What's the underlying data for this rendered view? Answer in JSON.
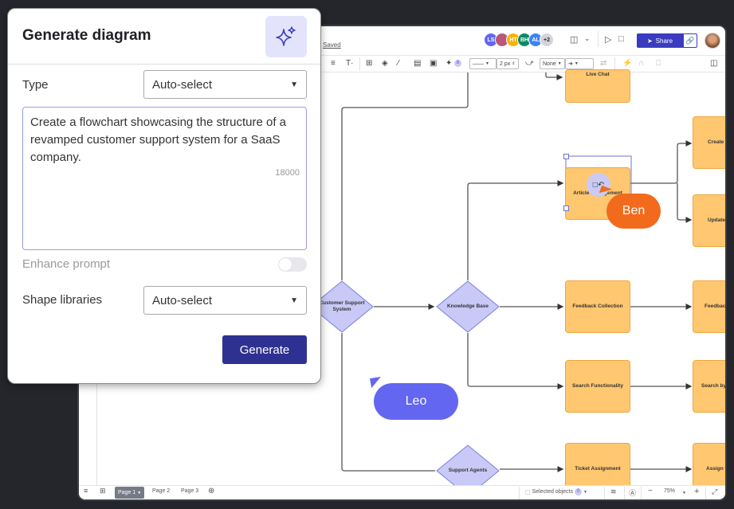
{
  "dialog": {
    "title": "Generate diagram",
    "type_label": "Type",
    "type_value": "Auto-select",
    "prompt_text": "Create a flowchart showcasing the structure of a revamped customer support system for a SaaS company.",
    "char_counter": "18000",
    "enhance_label": "Enhance prompt",
    "enhance_enabled": false,
    "shape_libraries_label": "Shape libraries",
    "shape_libraries_value": "Auto-select",
    "generate_label": "Generate"
  },
  "topbar": {
    "saved_label": "Saved",
    "collaborators": [
      {
        "initials": "LS",
        "color": "#6366f1"
      },
      {
        "initials": "",
        "color": "#b9577a"
      },
      {
        "initials": "HT",
        "color": "#f5b400"
      },
      {
        "initials": "BH",
        "color": "#0e8a63"
      },
      {
        "initials": "AL",
        "color": "#3b82f6"
      },
      {
        "initials": "+2",
        "color": "#d4d5da"
      }
    ],
    "share_label": "Share"
  },
  "toolbar": {
    "badge_count": "8",
    "line_width": "2 px",
    "line_start": "None"
  },
  "canvas": {
    "nodes": {
      "live_chat": "Live Chat",
      "article_management": "Article Management",
      "create": "Create",
      "update": "Update",
      "customer_support_system": "Customer Support System",
      "knowledge_base": "Knowledge Base",
      "feedback_collection": "Feedback Collection",
      "feedback": "Feedback",
      "search_functionality": "Search Functionality",
      "search_by": "Search by",
      "support_agents": "Support Agents",
      "ticket_assignment": "Ticket Assignment",
      "assign": "Assign t"
    },
    "cursors": {
      "ben": "Ben",
      "leo": "Leo"
    }
  },
  "bottombar": {
    "pages": [
      "Page 1",
      "Page 2",
      "Page 3"
    ],
    "selected_objects_label": "Selected objects",
    "selected_count": "0",
    "zoom": "75%"
  }
}
